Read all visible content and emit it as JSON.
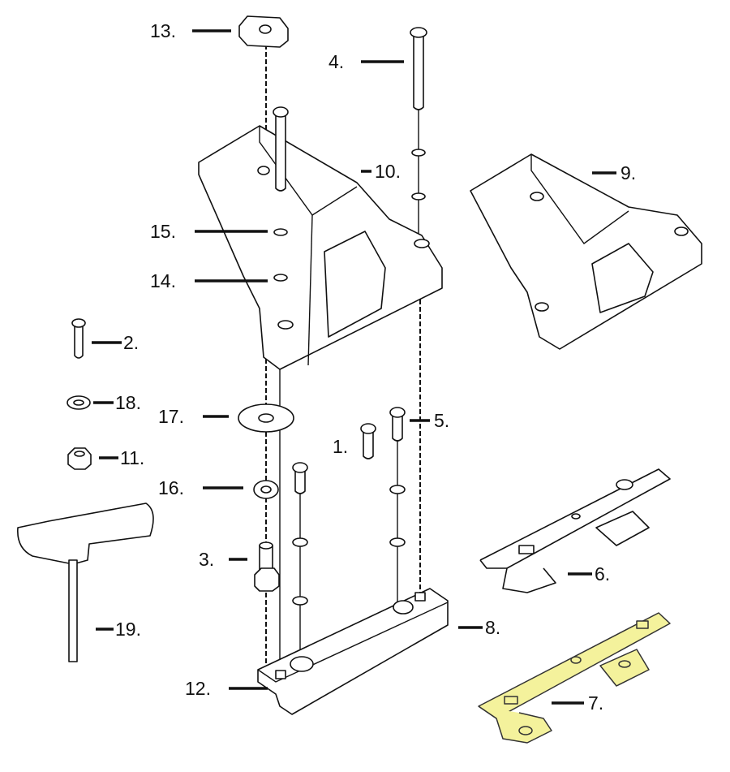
{
  "diagram": {
    "type": "exploded-parts-view",
    "highlight_color": "#f4f29c",
    "callouts": [
      {
        "id": "13",
        "label": "13."
      },
      {
        "id": "4",
        "label": "4."
      },
      {
        "id": "10",
        "label": "10."
      },
      {
        "id": "9",
        "label": "9."
      },
      {
        "id": "15",
        "label": "15."
      },
      {
        "id": "14",
        "label": "14."
      },
      {
        "id": "2",
        "label": "2."
      },
      {
        "id": "18",
        "label": "18."
      },
      {
        "id": "17",
        "label": "17."
      },
      {
        "id": "11",
        "label": "11."
      },
      {
        "id": "5",
        "label": "5."
      },
      {
        "id": "1",
        "label": "1."
      },
      {
        "id": "16",
        "label": "16."
      },
      {
        "id": "3",
        "label": "3."
      },
      {
        "id": "6",
        "label": "6."
      },
      {
        "id": "8",
        "label": "8."
      },
      {
        "id": "19",
        "label": "19."
      },
      {
        "id": "12",
        "label": "12."
      },
      {
        "id": "7",
        "label": "7."
      }
    ]
  }
}
